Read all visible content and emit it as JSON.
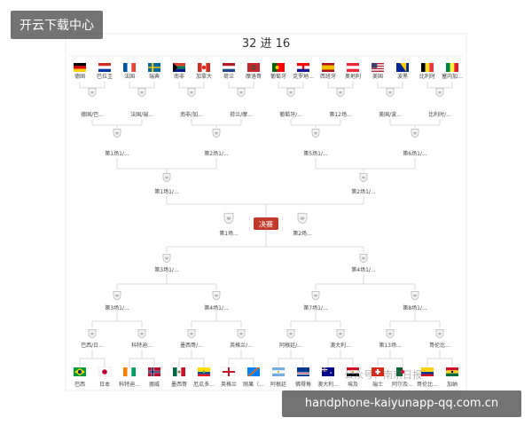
{
  "overlay": {
    "top_left_badge": "开云下载中心",
    "bottom_right_badge": "handphone-kaiyunapp-qq.com.cn",
    "watermark": "公众号：南京日报"
  },
  "bracket": {
    "title": "32 进 16",
    "final_label": "决赛",
    "colors": {
      "final": "#c0392b",
      "line": "#cfcfcf",
      "shield": "#b8b8b8"
    },
    "top_teams": [
      {
        "name": "德国",
        "flag": "germany"
      },
      {
        "name": "巴拉圭",
        "flag": "paraguay"
      },
      {
        "name": "法国",
        "flag": "france"
      },
      {
        "name": "瑞典",
        "flag": "sweden"
      },
      {
        "name": "南非",
        "flag": "south-africa"
      },
      {
        "name": "加拿大",
        "flag": "canada"
      },
      {
        "name": "荷兰",
        "flag": "netherlands"
      },
      {
        "name": "摩洛哥",
        "flag": "morocco"
      },
      {
        "name": "葡萄牙",
        "flag": "portugal"
      },
      {
        "name": "克罗地...",
        "flag": "croatia"
      },
      {
        "name": "西班牙",
        "flag": "spain"
      },
      {
        "name": "奥地利",
        "flag": "austria"
      },
      {
        "name": "美国",
        "flag": "usa"
      },
      {
        "name": "波黑",
        "flag": "bosnia"
      },
      {
        "name": "比利时",
        "flag": "belgium"
      },
      {
        "name": "塞内加...",
        "flag": "senegal"
      }
    ],
    "top_r16": [
      "德国/巴...",
      "法国/瑞...",
      "南非/加...",
      "荷兰/摩...",
      "葡萄牙/...",
      "第12场...",
      "美国/波...",
      "比利时/..."
    ],
    "top_qf": [
      "第1场1/...",
      "第2场1/...",
      "第5场1/...",
      "第6场1/..."
    ],
    "top_sf": [
      "第1场1/...",
      "第2场1/..."
    ],
    "final_left": "第1场...",
    "final_right": "第2场...",
    "bottom_sf": [
      "第3场1/...",
      "第4场1/..."
    ],
    "bottom_qf": [
      "第3场1/...",
      "第4场1/...",
      "第7场1/...",
      "第8场1/..."
    ],
    "bottom_r16": [
      "巴西/日...",
      "科特迪...",
      "墨西哥/...",
      "英格兰/...",
      "阿根廷/...",
      "澳大利...",
      "第13场...",
      "哥伦比..."
    ],
    "bottom_teams": [
      {
        "name": "巴西",
        "flag": "brazil"
      },
      {
        "name": "日本",
        "flag": "japan"
      },
      {
        "name": "科特迪...",
        "flag": "ivory-coast"
      },
      {
        "name": "挪威",
        "flag": "norway"
      },
      {
        "name": "墨西哥",
        "flag": "mexico"
      },
      {
        "name": "厄瓜多...",
        "flag": "ecuador"
      },
      {
        "name": "英格兰",
        "flag": "england"
      },
      {
        "name": "刚果（...",
        "flag": "dr-congo"
      },
      {
        "name": "阿根廷",
        "flag": "argentina"
      },
      {
        "name": "佛得角",
        "flag": "cape-verde"
      },
      {
        "name": "澳大利...",
        "flag": "australia"
      },
      {
        "name": "埃及",
        "flag": "egypt"
      },
      {
        "name": "瑞士",
        "flag": "switzerland"
      },
      {
        "name": "阿尔及...",
        "flag": "algeria"
      },
      {
        "name": "哥伦比...",
        "flag": "colombia"
      },
      {
        "name": "加纳",
        "flag": "ghana"
      }
    ]
  }
}
